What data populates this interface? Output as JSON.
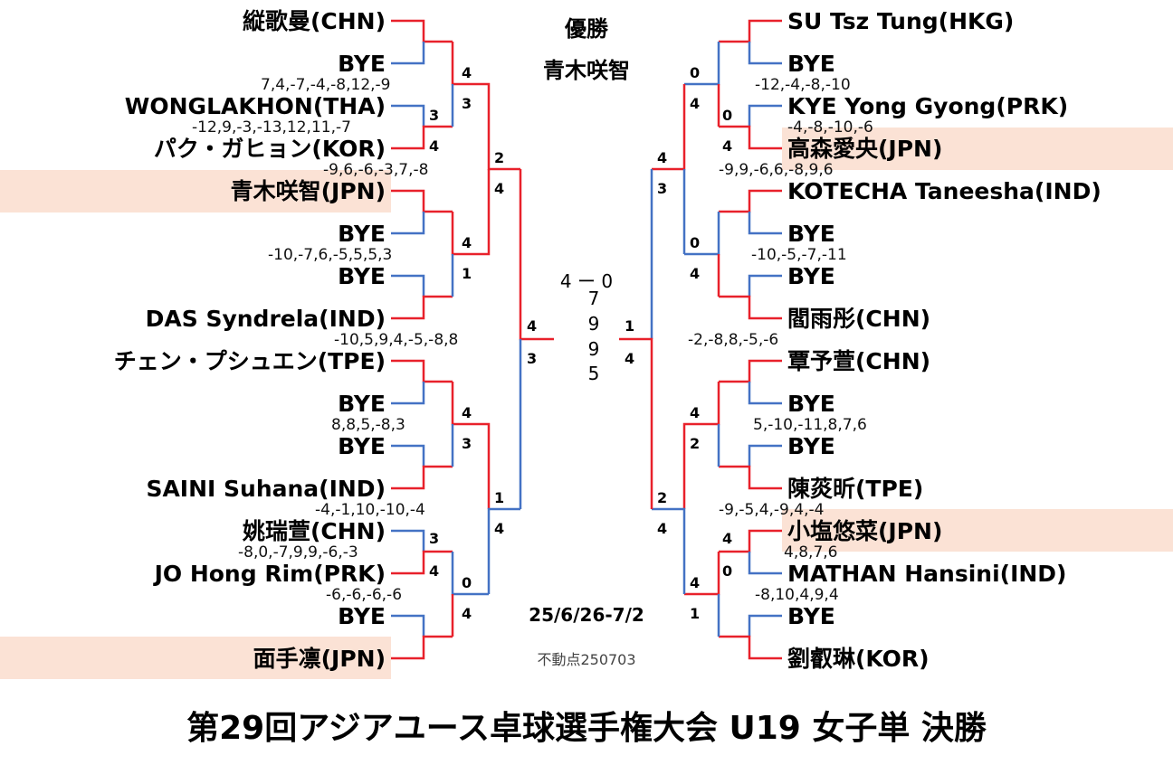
{
  "header": {
    "champion_label": "優勝",
    "champion_name": "青木咲智"
  },
  "footer": {
    "title": "第29回アジアユース卓球選手権大会 U19 女子単 決勝",
    "dates": "25/6/26-7/2",
    "credit": "不動点250703"
  },
  "final": {
    "sets": "4 ー 0",
    "games": [
      "7",
      "9",
      "9",
      "5"
    ],
    "left_games": "4",
    "left_games_b": "3",
    "right_games": "1",
    "right_games_b": "4"
  },
  "colors": {
    "winner_line": "#e8212b",
    "loser_line": "#4472c4",
    "highlight": "#fbe2d5"
  },
  "left_players": [
    "縦歌曼(CHN)",
    "BYE",
    "WONGLAKHON(THA)",
    "パク・ガヒョン(KOR)",
    "青木咲智(JPN)",
    "BYE",
    "BYE",
    "DAS Syndrela(IND)",
    "チェン・プシュエン(TPE)",
    "BYE",
    "BYE",
    "SAINI Suhana(IND)",
    "姚瑞萱(CHN)",
    "JO Hong Rim(PRK)",
    "BYE",
    "面手凛(JPN)"
  ],
  "right_players": [
    "SU Tsz Tung(HKG)",
    "BYE",
    "KYE Yong Gyong(PRK)",
    "高森愛央(JPN)",
    "KOTECHA Taneesha(IND)",
    "BYE",
    "BYE",
    "閻雨彤(CHN)",
    "覃予萱(CHN)",
    "BYE",
    "BYE",
    "陳菼昕(TPE)",
    "小塩悠菜(JPN)",
    "MATHAN Hansini(IND)",
    "BYE",
    "劉叡琳(KOR)"
  ],
  "left_scores": [
    "7,4,-7,-4,-8,12,-9",
    "-12,9,-3,-13,12,11,-7",
    "-9,6,-6,-3,7,-8",
    "-10,-7,6,-5,5,5,3",
    "-10,5,9,4,-5,-8,8",
    "8,8,5,-8,3",
    "-4,-1,10,-10,-4",
    "-8,0,-7,9,9,-6,-3",
    "-6,-6,-6,-6"
  ],
  "right_scores": [
    "-12,-4,-8,-10",
    "-4,-8,-10,-6",
    "-9,9,-6,6,-8,9,6",
    "-10,-5,-7,-11",
    "-2,-8,8,-5,-6",
    "5,-10,-11,8,7,6",
    "-9,-5,4,-9,4,-4",
    "4,8,7,6",
    "-8,10,4,9,4"
  ],
  "left_r1_scores": [
    "3",
    "4",
    "4",
    "3",
    "4",
    "1",
    "3",
    "4",
    "0",
    "4"
  ],
  "left_r2_scores": [
    "2",
    "4",
    "1",
    "4"
  ],
  "left_r3_scores": [
    "4",
    "3"
  ],
  "right_r1_scores": [
    "0",
    "4",
    "0",
    "4",
    "4",
    "2",
    "4",
    "0",
    "4",
    "1"
  ],
  "right_r2_scores": [
    "4",
    "3",
    "2",
    "4"
  ],
  "right_r3_scores": [
    "0",
    "4"
  ]
}
